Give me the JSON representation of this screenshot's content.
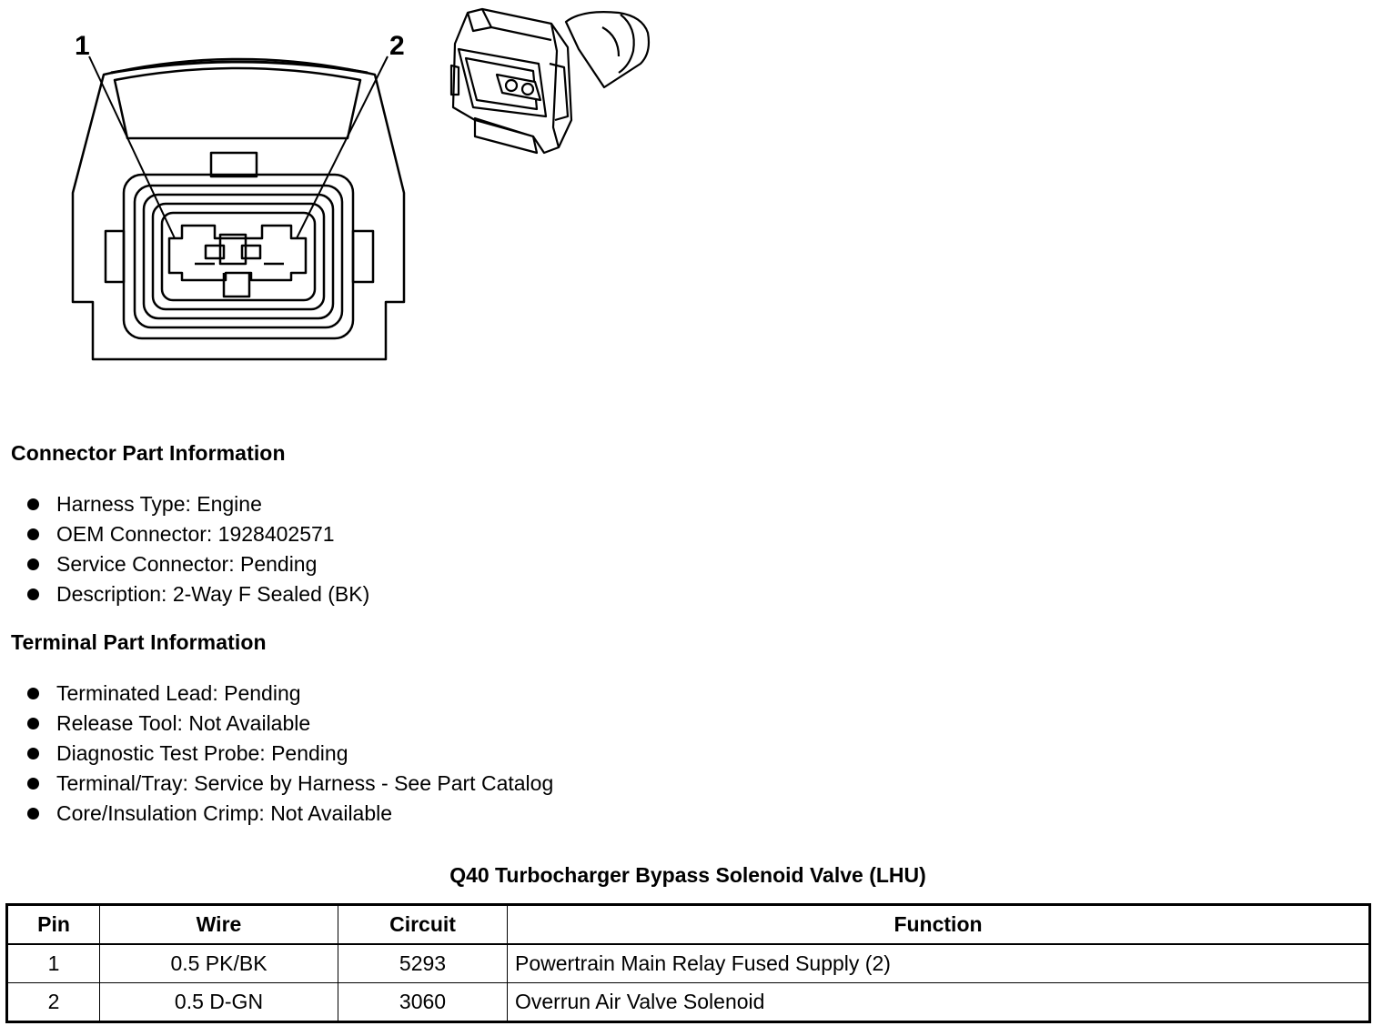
{
  "diagram": {
    "pin_labels": [
      "1",
      "2"
    ]
  },
  "connector_info": {
    "heading": "Connector Part Information",
    "items": [
      "Harness Type: Engine",
      "OEM Connector: 1928402571",
      "Service Connector: Pending",
      "Description: 2-Way F Sealed (BK)"
    ]
  },
  "terminal_info": {
    "heading": "Terminal Part Information",
    "items": [
      "Terminated Lead: Pending",
      "Release Tool: Not Available",
      "Diagnostic Test Probe: Pending",
      "Terminal/Tray: Service by Harness - See Part Catalog",
      "Core/Insulation Crimp: Not Available"
    ]
  },
  "table": {
    "caption": "Q40 Turbocharger Bypass Solenoid Valve (LHU)",
    "headers": [
      "Pin",
      "Wire",
      "Circuit",
      "Function"
    ],
    "rows": [
      [
        "1",
        "0.5 PK/BK",
        "5293",
        "Powertrain Main Relay Fused Supply (2)"
      ],
      [
        "2",
        "0.5 D-GN",
        "3060",
        "Overrun Air Valve Solenoid"
      ]
    ]
  }
}
